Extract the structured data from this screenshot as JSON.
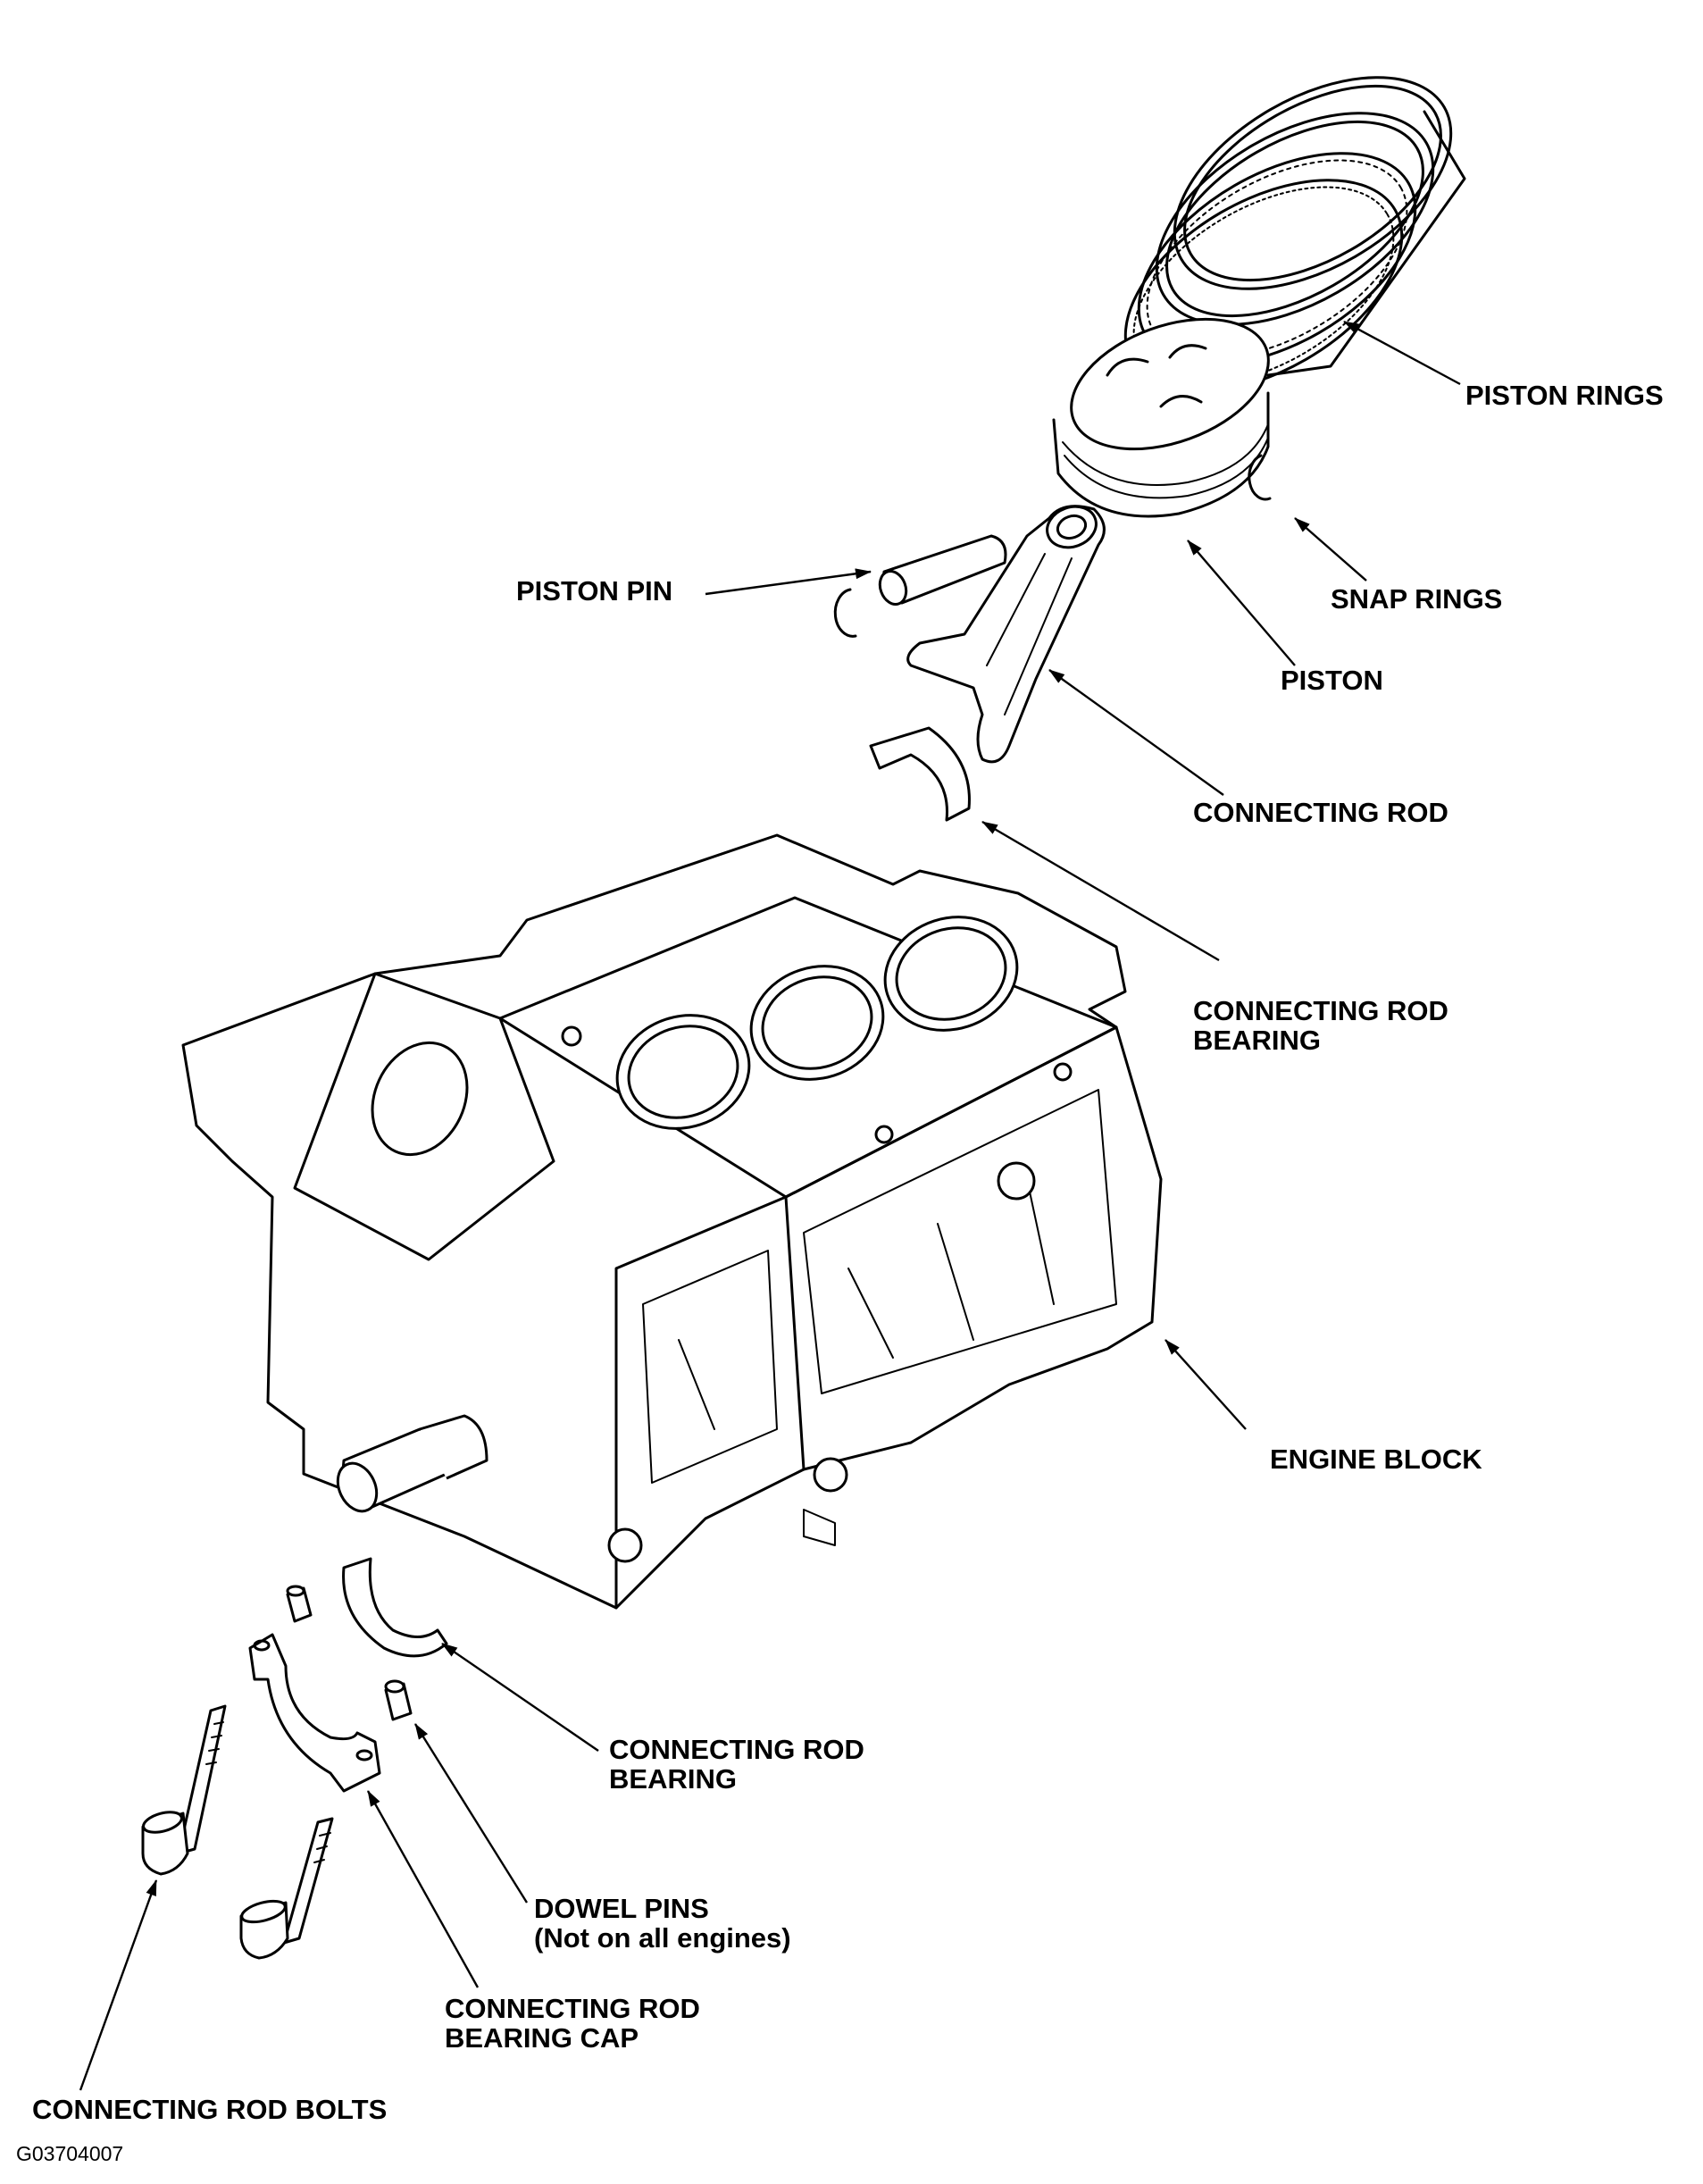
{
  "diagram": {
    "figure_code": "G03704007",
    "labels": {
      "piston_rings": "PISTON RINGS",
      "snap_rings": "SNAP RINGS",
      "piston_pin": "PISTON PIN",
      "piston": "PISTON",
      "connecting_rod": "CONNECTING ROD",
      "connecting_rod_bearing_upper": [
        "CONNECTING ROD",
        "BEARING"
      ],
      "engine_block": "ENGINE BLOCK",
      "connecting_rod_bearing_lower": [
        "CONNECTING ROD",
        "BEARING"
      ],
      "dowel_pins": [
        "DOWEL PINS",
        "(Not on all engines)"
      ],
      "connecting_rod_bearing_cap": [
        "CONNECTING ROD",
        "BEARING CAP"
      ],
      "connecting_rod_bolts": "CONNECTING ROD BOLTS"
    }
  }
}
